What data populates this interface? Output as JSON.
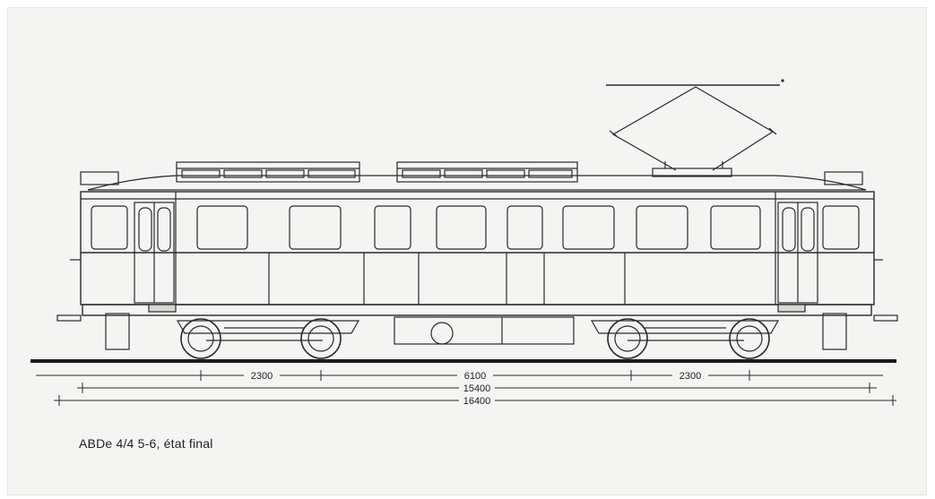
{
  "diagram": {
    "caption": "ABDe 4/4 5-6, état final",
    "dimensions": {
      "bogie_wheelbase_left": "2300",
      "bogie_centres": "6100",
      "bogie_wheelbase_right": "2300",
      "length_over_body": "15400",
      "length_over_buffers": "16400"
    }
  },
  "colors": {
    "paper": "#f4f4f2",
    "ink": "#2a2a2a"
  }
}
